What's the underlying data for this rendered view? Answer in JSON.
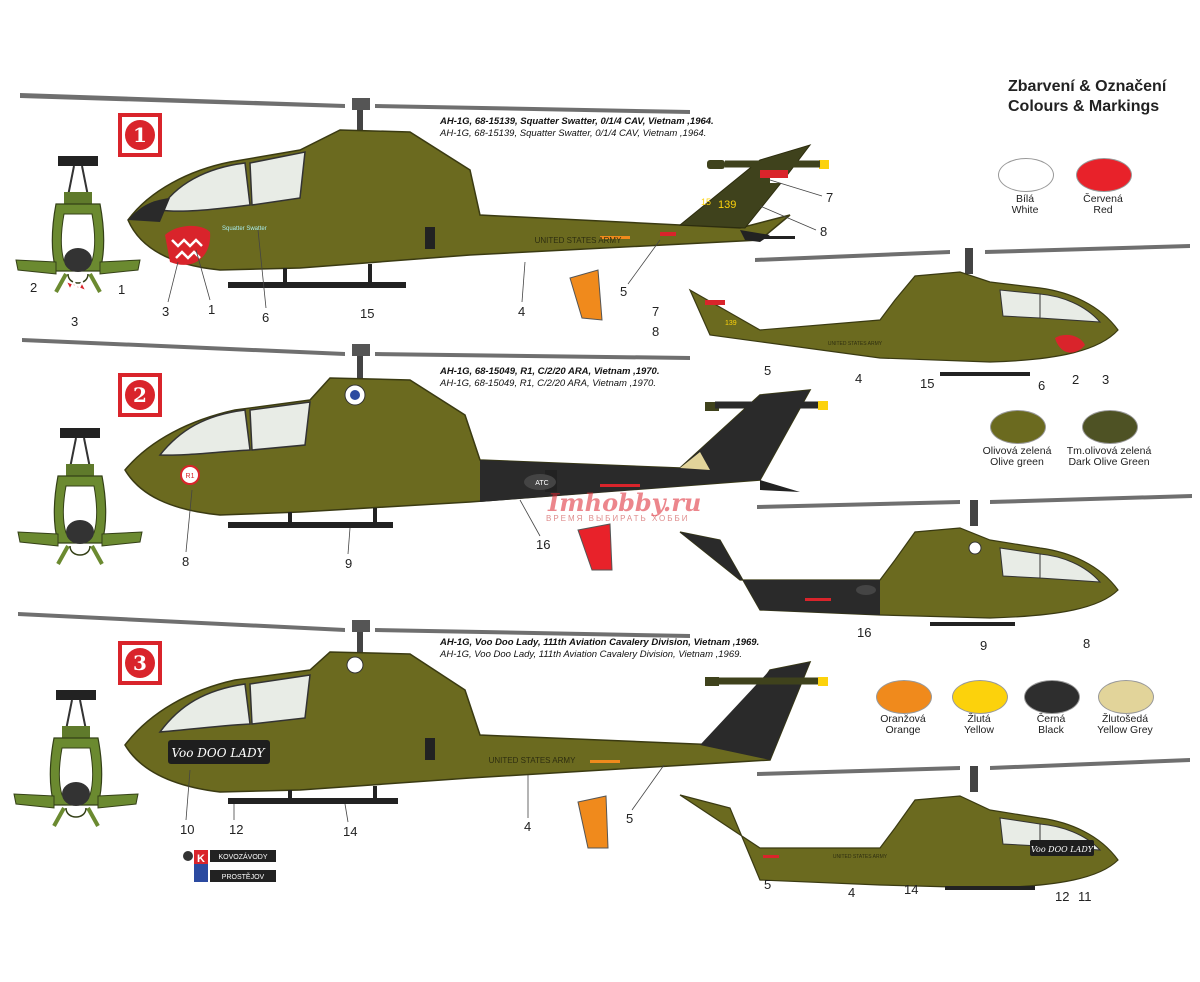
{
  "heading": {
    "line1": "Zbarvení & Označení",
    "line2": "Colours & Markings"
  },
  "schemes": [
    {
      "number": "1",
      "title": "AH-1G, 68-15139, Squatter Swatter, 0/1/4 CAV, Vietnam ,1964.",
      "subtitle": "AH-1G, 68-15139, Squatter Swatter, 0/1/4 CAV, Vietnam ,1964."
    },
    {
      "number": "2",
      "title": "AH-1G, 68-15049, R1, C/2/20 ARA, Vietnam ,1970.",
      "subtitle": "AH-1G, 68-15049, R1, C/2/20 ARA, Vietnam ,1970."
    },
    {
      "number": "3",
      "title": "AH-1G, Voo Doo Lady, 111th Aviation Cavalery Division, Vietnam ,1969.",
      "subtitle": "AH-1G, Voo Doo Lady, 111th Aviation Cavalery Division, Vietnam ,1969."
    }
  ],
  "swatches": [
    {
      "cz": "Bílá",
      "en": "White",
      "color": "#ffffff"
    },
    {
      "cz": "Červená",
      "en": "Red",
      "color": "#e8222a"
    },
    {
      "cz": "Olivová zelená",
      "en": "Olive green",
      "color": "#6b6a1f"
    },
    {
      "cz": "Tm.olivová zelená",
      "en": "Dark Olive Green",
      "color": "#4e5224"
    },
    {
      "cz": "Oranžová",
      "en": "Orange",
      "color": "#f08a1c"
    },
    {
      "cz": "Žlutá",
      "en": "Yellow",
      "color": "#fcd20c"
    },
    {
      "cz": "Černá",
      "en": "Black",
      "color": "#2e2e2e"
    },
    {
      "cz": "Žlutošedá",
      "en": "Yellow Grey",
      "color": "#e2d49a"
    }
  ],
  "markings": {
    "army": "UNITED STATES ARMY",
    "serial1": "15",
    "serial2": "139",
    "code_r1": "R1",
    "code_atc": "ATC",
    "voodoo": "Voo DOO LADY",
    "squatter": "Squatter Swatter"
  },
  "callouts": {
    "s1_side": [
      "7",
      "8",
      "3",
      "1",
      "6",
      "15",
      "4",
      "5"
    ],
    "s1_front": [
      "2",
      "1",
      "3"
    ],
    "s1_small": [
      "7",
      "8",
      "5",
      "4",
      "15",
      "6",
      "2",
      "3"
    ],
    "s2_side": [
      "8",
      "9",
      "16"
    ],
    "s2_small": [
      "16",
      "9",
      "8"
    ],
    "s3_side": [
      "10",
      "12",
      "14",
      "4",
      "5"
    ],
    "s3_small": [
      "5",
      "4",
      "14",
      "12",
      "11"
    ]
  },
  "logo": {
    "line1": "KOVOZÁVODY",
    "line2": "PROSTĚJOV",
    "letter": "K"
  },
  "watermark": {
    "brand": "Imhobby.ru",
    "slogan": "ВРЕМЯ ВЫБИРАТЬ ХОББИ"
  },
  "colors": {
    "olive": "#6b6a1f",
    "dark_olive": "#4e5224",
    "black": "#2a2a2a",
    "red": "#d9242b",
    "orange": "#f08a1c",
    "yellow": "#fcd20c",
    "tan": "#e2d49a"
  }
}
